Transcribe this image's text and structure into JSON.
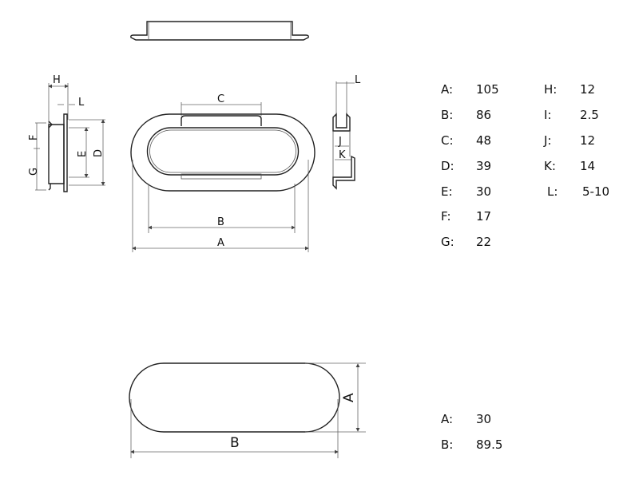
{
  "drawing_labels": {
    "side_view": {
      "H": "H",
      "L": "L",
      "F": "F",
      "G": "G",
      "E": "E",
      "D": "D"
    },
    "top_view": {
      "C": "C",
      "B": "B",
      "A": "A"
    },
    "section_view": {
      "L": "L",
      "J": "J",
      "K": "K"
    },
    "cutout_view": {
      "A": "A",
      "B": "B"
    }
  },
  "specs_upper": {
    "left": [
      {
        "key": "A:",
        "value": "105"
      },
      {
        "key": "B:",
        "value": "86"
      },
      {
        "key": "C:",
        "value": "48"
      },
      {
        "key": "D:",
        "value": "39"
      },
      {
        "key": "E:",
        "value": "30"
      },
      {
        "key": "F:",
        "value": "17"
      },
      {
        "key": "G:",
        "value": "22"
      }
    ],
    "right": [
      {
        "key": "H:",
        "value": "12"
      },
      {
        "key": "I:",
        "value": "2.5"
      },
      {
        "key": "J:",
        "value": "12"
      },
      {
        "key": "K:",
        "value": "14"
      },
      {
        "key": "L:",
        "value": "5-10"
      }
    ]
  },
  "specs_lower": [
    {
      "key": "A:",
      "value": "30"
    },
    {
      "key": "B:",
      "value": "89.5"
    }
  ]
}
